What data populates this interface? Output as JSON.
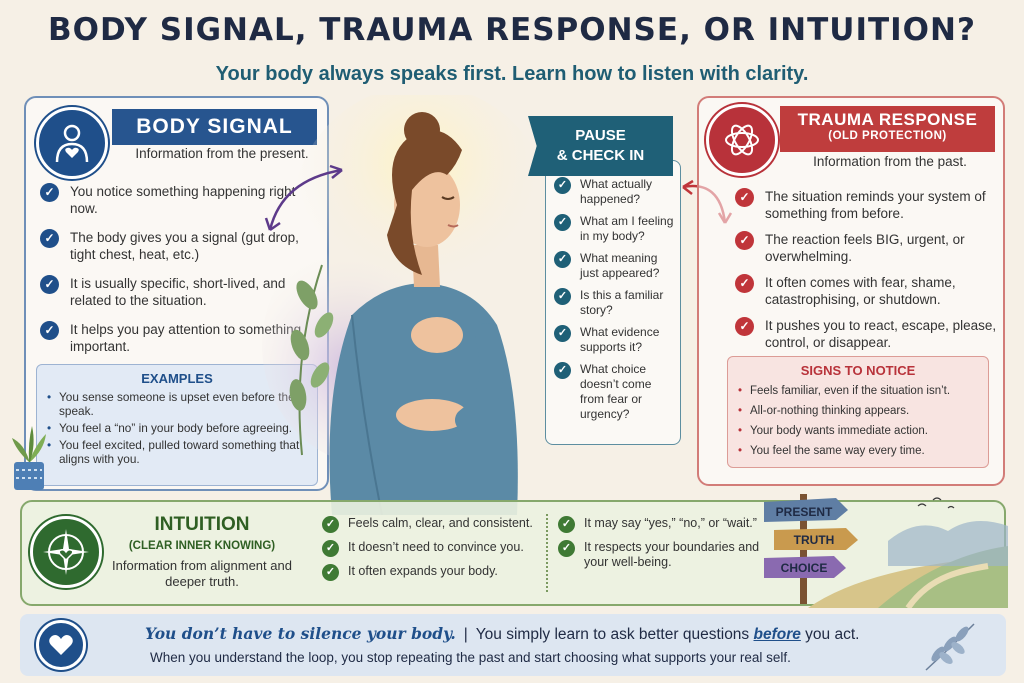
{
  "header": {
    "title": "BODY SIGNAL, TRAUMA RESPONSE, OR INTUITION?",
    "subtitle": "Your body always speaks first. Learn how to listen with clarity."
  },
  "body_signal": {
    "icon": "person-heart-icon",
    "title": "BODY SIGNAL",
    "intro": "Information from the present.",
    "points": [
      "You notice something happening right now.",
      "The body gives you a signal (gut drop, tight chest, heat, etc.)",
      "It is usually specific, short-lived, and related to the situation.",
      "It helps you pay attention to something important."
    ],
    "examples_title": "EXAMPLES",
    "examples": [
      "You sense someone is upset even before they speak.",
      "You feel a “no” in your body before agreeing.",
      "You feel excited, pulled toward something that aligns with you."
    ],
    "color": "#1f4f8a"
  },
  "pause": {
    "title_line1": "PAUSE",
    "title_line2": "& CHECK IN",
    "questions": [
      "What actually happened?",
      "What am I feeling in my body?",
      "What meaning just appeared?",
      "Is this a familiar story?",
      "What evidence supports it?",
      "What choice doesn’t come from fear or urgency?"
    ],
    "color": "#1f6077"
  },
  "trauma": {
    "icon": "tangled-loop-icon",
    "title": "TRAUMA RESPONSE",
    "subtitle": "(OLD PROTECTION)",
    "intro": "Information from the past.",
    "points": [
      "The situation reminds your system of something from before.",
      "The reaction feels BIG, urgent, or overwhelming.",
      "It often comes with fear, shame, catastrophising, or shutdown.",
      "It pushes you to react, escape, please, control, or disappear."
    ],
    "signs_title": "SIGNS TO NOTICE",
    "signs": [
      "Feels familiar, even if the situation isn’t.",
      "All-or-nothing thinking appears.",
      "Your body wants immediate action.",
      "You feel the same way every time."
    ],
    "color": "#b8323a"
  },
  "intuition": {
    "icon": "compass-heart-icon",
    "title": "INTUITION",
    "subtitle": "(CLEAR INNER KNOWING)",
    "intro": "Information from alignment and deeper truth.",
    "points_a": [
      "Feels calm, clear, and consistent.",
      "It doesn’t need to convince you.",
      "It often expands your body."
    ],
    "points_b": [
      "It may say “yes,” “no,” or “wait.”",
      "It respects your boundaries and your well-being."
    ],
    "signposts": [
      "PRESENT",
      "TRUTH",
      "CHOICE"
    ],
    "color": "#2f6a2f"
  },
  "footer": {
    "icon": "heart-icon",
    "emphasis": "You don’t have to silence your body.",
    "line1_pre": "You simply learn to ask better questions ",
    "line1_under": "before",
    "line1_post": " you act.",
    "line2": "When you understand the loop, you stop repeating the past and start choosing what supports your real self."
  }
}
